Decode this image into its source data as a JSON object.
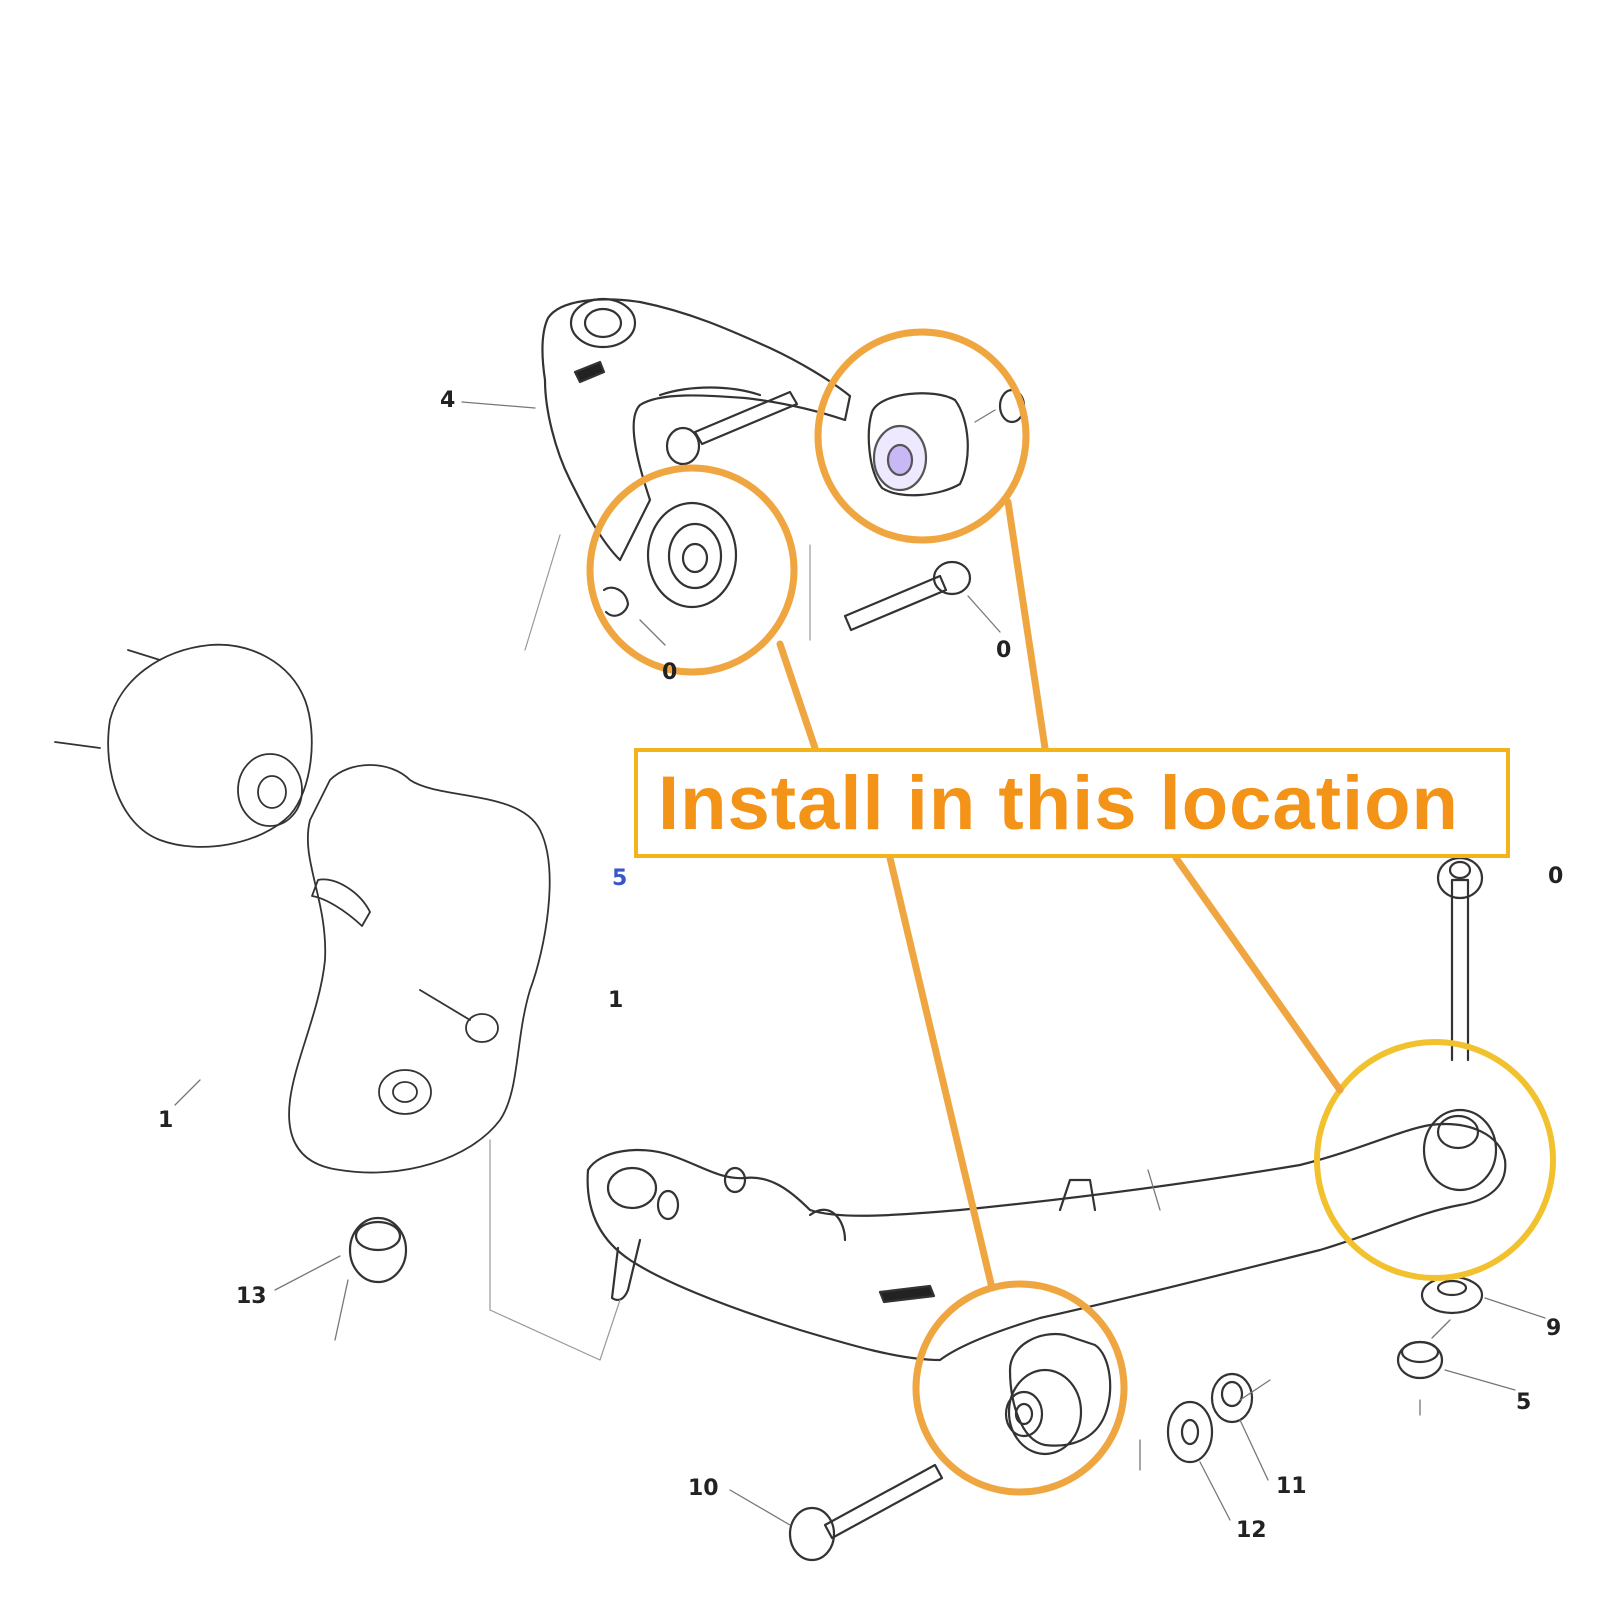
{
  "callout": {
    "text": "Install in this location",
    "text_color": "#f39317",
    "border_color": "#f3b41b"
  },
  "highlight_colors": {
    "orange": "#f0a640",
    "yellow": "#f2c12e"
  },
  "part_labels": [
    {
      "id": "1",
      "text": "1"
    },
    {
      "id": "4",
      "text": "4"
    },
    {
      "id": "13",
      "text": "13"
    },
    {
      "id": "10",
      "text": "10"
    },
    {
      "id": "12",
      "text": "12"
    },
    {
      "id": "11",
      "text": "11"
    },
    {
      "id": "9",
      "text": "9"
    },
    {
      "id": "5",
      "text": "5"
    },
    {
      "id": "upper-mid",
      "text": "0"
    },
    {
      "id": "upper-right",
      "text": "0"
    },
    {
      "id": "mid-blue",
      "text": "5"
    },
    {
      "id": "mid-lower",
      "text": "1"
    },
    {
      "id": "top-right",
      "text": "0"
    }
  ]
}
